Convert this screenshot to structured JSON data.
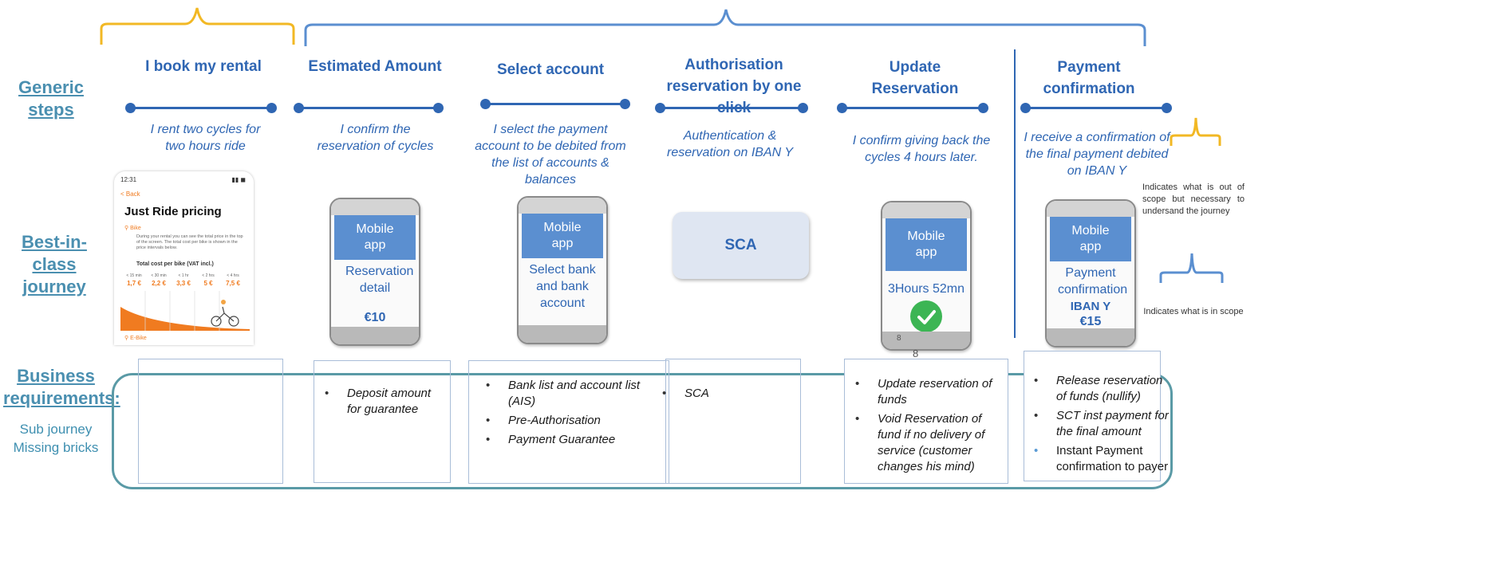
{
  "rows": {
    "generic_steps": "Generic steps",
    "best_in_class": "Best-in-class journey",
    "business_requirements": "Business requirements:",
    "sub_journey": "Sub journey",
    "missing_bricks": "Missing bricks"
  },
  "steps": [
    {
      "title": "I book my rental",
      "desc": "I rent two cycles for two hours ride"
    },
    {
      "title": "Estimated Amount",
      "desc": "I confirm the reservation of cycles"
    },
    {
      "title": "Select account",
      "desc": "I select the payment account to be debited from the list of accounts & balances"
    },
    {
      "title": "Authorisation reservation by one click",
      "desc": "Authentication & reservation on IBAN Y"
    },
    {
      "title": "Update Reservation",
      "desc": "I confirm giving back the cycles 4 hours later."
    },
    {
      "title": "Payment confirmation",
      "desc": "I receive a confirmation of the final payment debited on IBAN Y"
    }
  ],
  "pricing_screenshot": {
    "status_time": "12:31",
    "back": "< Back",
    "title": "Just Ride pricing",
    "section_bike": "Bike",
    "description": "During your rental you can see the total price in the top of the screen. The total cost per bike is shown in the price intervals below.",
    "total_label": "Total cost per bike (VAT incl.)",
    "intervals": [
      "< 15 min",
      "< 30 min",
      "< 1 hr",
      "< 2 hrs",
      "< 4 hrs"
    ],
    "prices": [
      "1,7 €",
      "2,2 €",
      "3,3 €",
      "5 €",
      "7,5 €"
    ],
    "section_ebike": "E-Bike"
  },
  "phones": {
    "p2": {
      "head": "Mobile app",
      "body": "Reservation detail",
      "amount": "€10"
    },
    "p3": {
      "head": "Mobile app",
      "body": "Select bank and bank account"
    },
    "p5": {
      "head": "Mobile app",
      "body": "3Hours 52mn",
      "footnote": "8",
      "below": "8"
    },
    "p6": {
      "head": "Mobile app",
      "body": "Payment confirmation",
      "iban": "IBAN Y",
      "amount": "€15"
    }
  },
  "sca": "SCA",
  "requirements": {
    "col2": [
      "Deposit amount for guarantee"
    ],
    "col3": [
      "Bank list and account list (AIS)",
      "Pre-Authorisation",
      "Payment Guarantee"
    ],
    "col4": [
      "SCA"
    ],
    "col5": [
      "Update reservation of funds",
      "Void Reservation of fund if no delivery of service (customer changes his mind)"
    ],
    "col6": [
      "Release reservation of funds (nullify)",
      "SCT inst payment for the final amount"
    ],
    "col6_extra": "Instant Payment confirmation to payer"
  },
  "legend": {
    "out_of_scope": "Indicates what is out of scope but necessary to undersand the journey",
    "in_scope": "Indicates what is in scope"
  },
  "colors": {
    "blue": "#2f66b3",
    "bracket_yellow": "#f2b824",
    "bracket_blue": "#5b8fd0",
    "teal": "#4a8fb0",
    "green_check": "#3cb554"
  }
}
